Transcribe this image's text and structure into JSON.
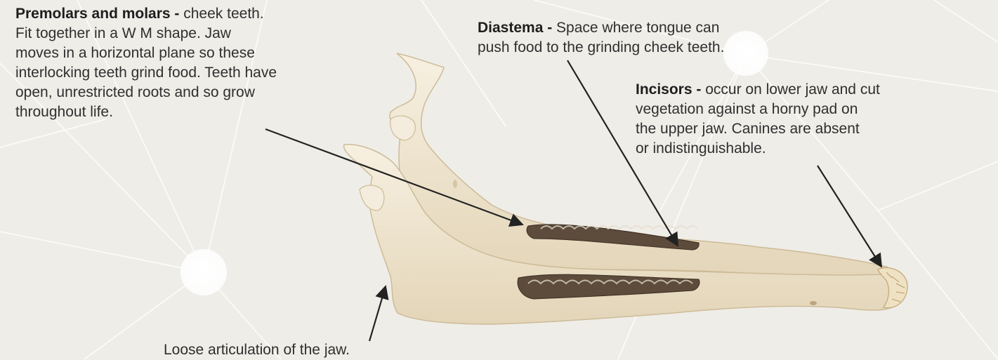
{
  "annotations": {
    "premolars": {
      "title": "Premolars and molars -",
      "lines": [
        " cheek teeth.",
        "Fit together in a W M shape. Jaw",
        "moves in a horizontal plane so these",
        "interlocking teeth grind food. Teeth have",
        "open, unrestricted roots and so grow",
        "throughout life."
      ]
    },
    "diastema": {
      "title": "Diastema -",
      "lines": [
        " Space where tongue can",
        "push food to the grinding cheek teeth."
      ]
    },
    "incisors": {
      "title": "Incisors -",
      "lines": [
        " occur on lower jaw and cut",
        "vegetation against a horny pad on",
        "the upper jaw. Canines are absent",
        "or indistinguishable."
      ]
    },
    "articulation": {
      "text": "Loose articulation of the jaw."
    }
  },
  "colors": {
    "background": "#efede8",
    "bone": "#f2e9d6",
    "bone_shadow": "#d9c9aa",
    "teeth": "#5a4a3a",
    "arrow": "#222222"
  }
}
